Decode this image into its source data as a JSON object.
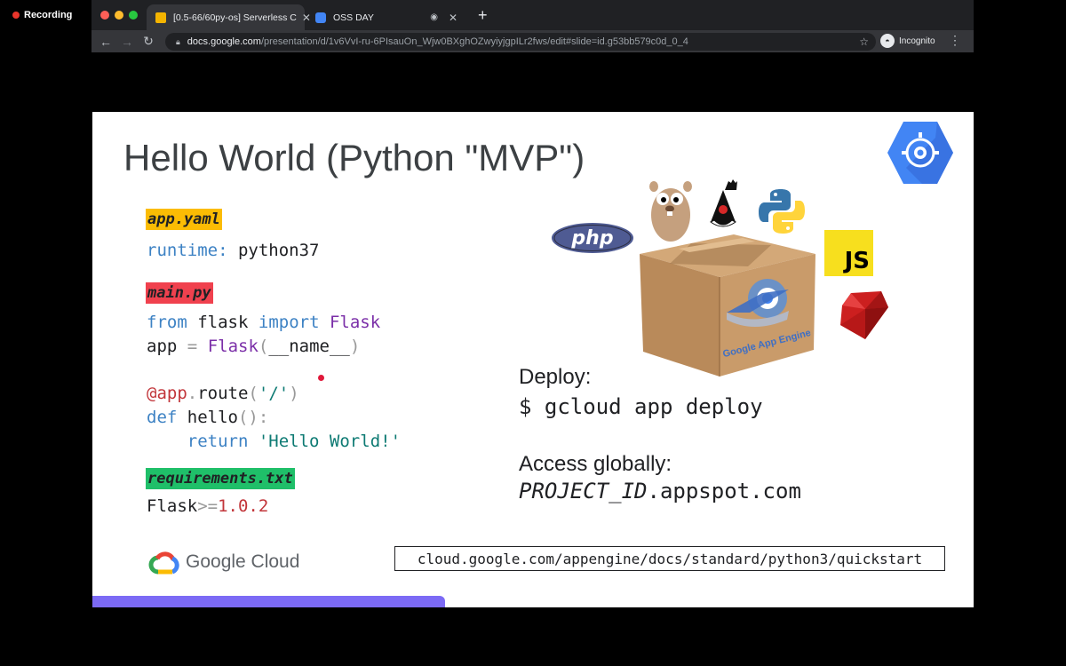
{
  "recording": {
    "label": "Recording"
  },
  "browser": {
    "tabs": [
      {
        "title": "[0.5-66/60py-os] Serverless C",
        "favicon_color": "#f4b400"
      },
      {
        "title": "OSS DAY",
        "favicon_color": "#4285f4"
      }
    ],
    "new_tab": "+",
    "url_host": "docs.google.com",
    "url_path": "/presentation/d/1v6VvI-ru-6PIsauOn_Wjw0BXghOZwyiyjgpILr2fws/edit#slide=id.g53bb579c0d_0_4",
    "profile_label": "Incognito"
  },
  "slide": {
    "title": "Hello World (Python \"MVP\")",
    "files": {
      "app_yaml": {
        "label": "app.yaml",
        "color": "#fbbc04"
      },
      "main_py": {
        "label": "main.py",
        "color": "#f0414e"
      },
      "requirements": {
        "label": "requirements.txt",
        "color": "#1fbf69"
      }
    },
    "code": {
      "runtime_key": "runtime:",
      "runtime_value": "python37",
      "l1_from": "from",
      "l1_flask": "flask",
      "l1_import": "import",
      "l1_Flask": "Flask",
      "l2_app": "app",
      "l2_eq": "=",
      "l2_Flask": "Flask",
      "l2_open": "(",
      "l2_name": "__name__",
      "l2_close": ")",
      "l3_at": "@app",
      "l3_dot": ".",
      "l3_route": "route",
      "l3_open": "(",
      "l3_str": "'/'",
      "l3_close": ")",
      "l4_def": "def",
      "l4_hello": "hello",
      "l4_paren": "():",
      "l5_return": "return",
      "l5_str": "'Hello World!'",
      "req_name": "Flask",
      "req_op": ">=",
      "req_ver": "1.0.2"
    },
    "deploy_label": "Deploy:",
    "deploy_command": "$ gcloud app deploy",
    "access_label": "Access globally:",
    "access_project": "PROJECT_ID",
    "access_domain": ".appspot.com",
    "url": "cloud.google.com/appengine/docs/standard/python3/quickstart",
    "google_cloud": "Google Cloud",
    "box_label": "Google App Engine",
    "logos": {
      "php": "php",
      "js": "JS"
    },
    "progress_fraction": 0.4
  }
}
